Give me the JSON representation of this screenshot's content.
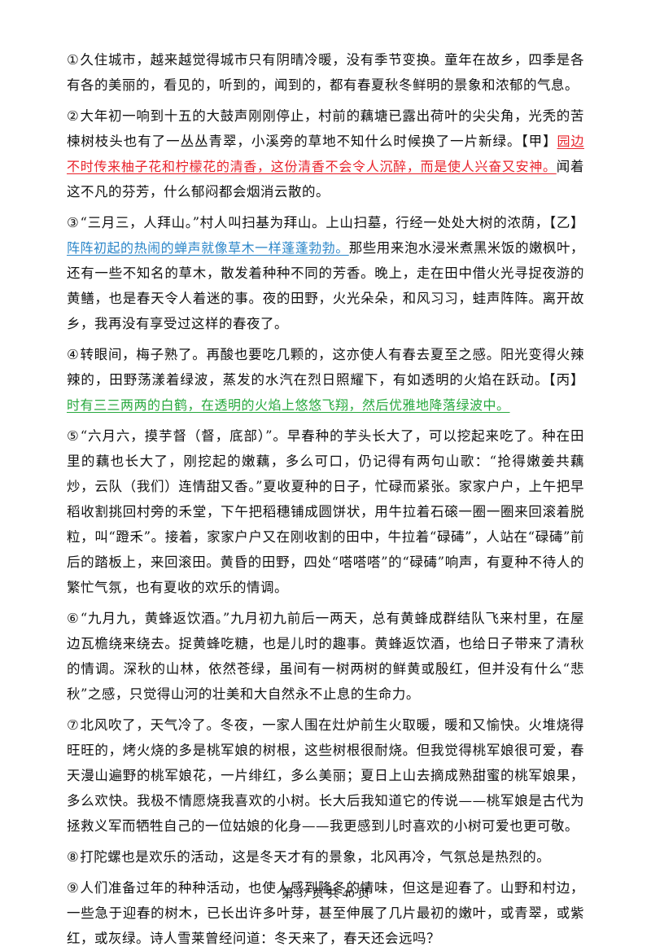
{
  "paragraphs": [
    {
      "num": "①",
      "before": "久住城市，越来越觉得城市只有阴晴冷暖，没有季节变换。童年在故乡，四季是各有各的美丽的，看见的，听到的，闻到的，都有春夏秋冬鲜明的景象和浓郁的气息。",
      "marker": "",
      "highlight": "",
      "after": ""
    },
    {
      "num": "②",
      "before": "大年初一响到十五的大鼓声刚刚停止，村前的藕塘已露出荷叶的尖尖角，光秃的苦楝树枝头也有了一丛丛青翠，小溪旁的草地不知什么时候换了一片新绿。",
      "marker": "【甲】",
      "highlight": "园边不时传来柚子花和柠檬花的清香，这份清香不会令人沉醉，而是使人兴奋又安神。",
      "after": "闻着这不凡的芬芳，什么郁闷都会烟消云散的。"
    },
    {
      "num": "③",
      "before": "“三月三，人拜山。”村人叫扫基为拜山。上山扫墓，行经一处处大树的浓荫，",
      "marker": "【乙】",
      "highlight": "阵阵初起的热闹的蝉声就像草木一样蓬蓬勃勃。",
      "after": "那些用来泡水浸米煮黑米饭的嫩枫叶，还有一些不知名的草木，散发着种种不同的芳香。晚上，走在田中借火光寻捉夜游的黄鳝，也是春天令人着迷的事。夜的田野，火光朵朵，和风习习，蛙声阵阵。离开故乡，我再没有享受过这样的春夜了。"
    },
    {
      "num": "④",
      "before": "转眼间，梅子熟了。再酸也要吃几颗的，这亦使人有春去夏至之感。阳光变得火辣辣的，田野荡漾着绿波，蒸发的水汽在烈日照耀下，有如透明的火焰在跃动。",
      "marker": "【丙】",
      "highlight": "时有三三两两的白鹤，在透明的火焰上悠悠飞翔，然后优雅地降落绿波中。",
      "after": ""
    },
    {
      "num": "⑤",
      "before": "“六月六，摸芋督（督，底部）”。早春种的芋头长大了，可以挖起来吃了。种在田里的藕也长大了，刚挖起的嫩藕，多么可口，仍记得有两句山歌：“抢得嫩姜共藕炒，云队（我们）连情甜又香。”夏收夏种的日子，忙碌而紧张。家家户户，上午把早稻收割挑回村旁的禾堂，下午把稻穗铺成圆饼状，用牛拉着石磙一圈一圈来回滚着脱粒，叫“蹬禾”。接着，家家户户又在刚收割的田中，牛拉着“碌碡”，人站在“碌碡”前后的踏板上，来回滚田。黄昏的田野，四处“嗒嗒嗒”的“碌碡”响声，有夏种不待人的繁忙气氛，也有夏收的欢乐的情调。",
      "marker": "",
      "highlight": "",
      "after": ""
    },
    {
      "num": "⑥",
      "before": "“九月九，黄蜂返饮酒。”九月初九前后一两天，总有黄蜂成群结队飞来村里，在屋边瓦檐绕来绕去。捉黄蜂吃糖，也是儿时的趣事。黄蜂返饮酒，也给日子带来了清秋的情调。深秋的山林，依然苍绿，虽间有一树两树的鲜黄或殷红，但并没有什么“悲秋”之感，只觉得山河的壮美和大自然永不止息的生命力。",
      "marker": "",
      "highlight": "",
      "after": ""
    },
    {
      "num": "⑦",
      "before": "北风吹了，天气冷了。冬夜，一家人围在灶炉前生火取暖，暖和又愉快。火堆烧得旺旺的，烤火烧的多是桃军娘的树根，这些树根很耐烧。但我觉得桃军娘很可爱，春天漫山遍野的桃军娘花，一片绯红，多么美丽；夏日上山去摘成熟甜蜜的桃军娘果，多么欢快。我极不情愿烧我喜欢的小树。长大后我知道它的传说——桃军娘是古代为拯救义军而牺牲自己的一位姑娘的化身——我更感到儿时喜欢的小树可爱也更可敬。",
      "marker": "",
      "highlight": "",
      "after": ""
    },
    {
      "num": "⑧",
      "before": "打陀螺也是欢乐的活动，这是冬天才有的景象，北风再冷，气氛总是热烈的。",
      "marker": "",
      "highlight": "",
      "after": ""
    },
    {
      "num": "⑨",
      "before": "人们准备过年的种种活动，也使人感到隆冬的情味，但这是迎春了。山野和村边，一些急于迎春的树木，已长出许多叶芽，甚至伸展了几片最初的嫩叶，或青翠，或紫红，或灰绿。诗人雪莱曾经问道：冬天来了，春天还会远吗？",
      "marker": "",
      "highlight": "",
      "after": ""
    }
  ],
  "footer": "第 37 页 共 40 页",
  "colors": {
    "red": "#e8222a",
    "blue": "#2a86c9",
    "green": "#27a83d"
  }
}
